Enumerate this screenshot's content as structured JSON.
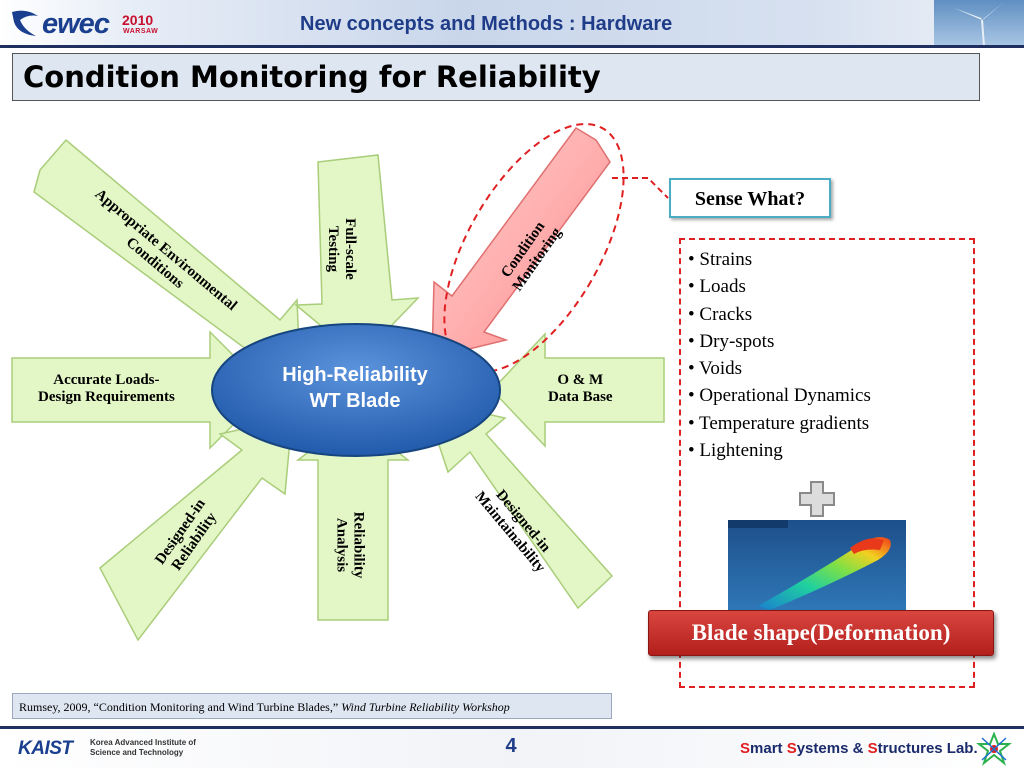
{
  "header": {
    "logo_word": "ewec",
    "logo_year": "2010",
    "logo_city": "WARSAW",
    "title": "New concepts and Methods : Hardware"
  },
  "slide": {
    "title": "Condition Monitoring for Reliability"
  },
  "diagram": {
    "center_label_1": "High-Reliability",
    "center_label_2": "WT Blade",
    "arrows": {
      "environmental_1": "Appropriate Environmental",
      "environmental_2": "Conditions",
      "full_scale_1": "Full-scale",
      "full_scale_2": "Testing",
      "condition_1": "Condition",
      "condition_2": "Monitoring",
      "loads_1": "Accurate Loads-",
      "loads_2": "Design Requirements",
      "om_1": "O & M",
      "om_2": "Data Base",
      "reliability_1": "Designed-in",
      "reliability_2": "Reliability",
      "analysis_1": "Reliability",
      "analysis_2": "Analysis",
      "maintain_1": "Designed-in",
      "maintain_2": "Maintainability"
    },
    "colors": {
      "arrow_fill": "#e3f6c6",
      "arrow_stroke": "#a9cd7a",
      "highlight_fill": "#ff9999",
      "ellipse_fill": "#2e6bbd",
      "dashed": "#e02020"
    }
  },
  "panel": {
    "question": "Sense What?",
    "items": [
      "• Strains",
      "• Loads",
      "• Cracks",
      "• Dry-spots",
      "• Voids",
      "• Operational Dynamics",
      "• Temperature gradients",
      "• Lightening"
    ],
    "blade_label": "Blade shape(Deformation)",
    "plus_icon": "plus-icon"
  },
  "reference": {
    "text": "Rumsey, 2009, “Condition Monitoring and Wind Turbine Blades,” ",
    "venue": "Wind Turbine Reliability Workshop"
  },
  "footer": {
    "kaist": "KAIST",
    "kaist_sub_1": "Korea Advanced Institute of",
    "kaist_sub_2": "Science and Technology",
    "page": "4",
    "lab_s1": "S",
    "lab_1": "mart ",
    "lab_s2": "S",
    "lab_2": "ystems & ",
    "lab_s3": "S",
    "lab_3": "tructures Lab."
  }
}
